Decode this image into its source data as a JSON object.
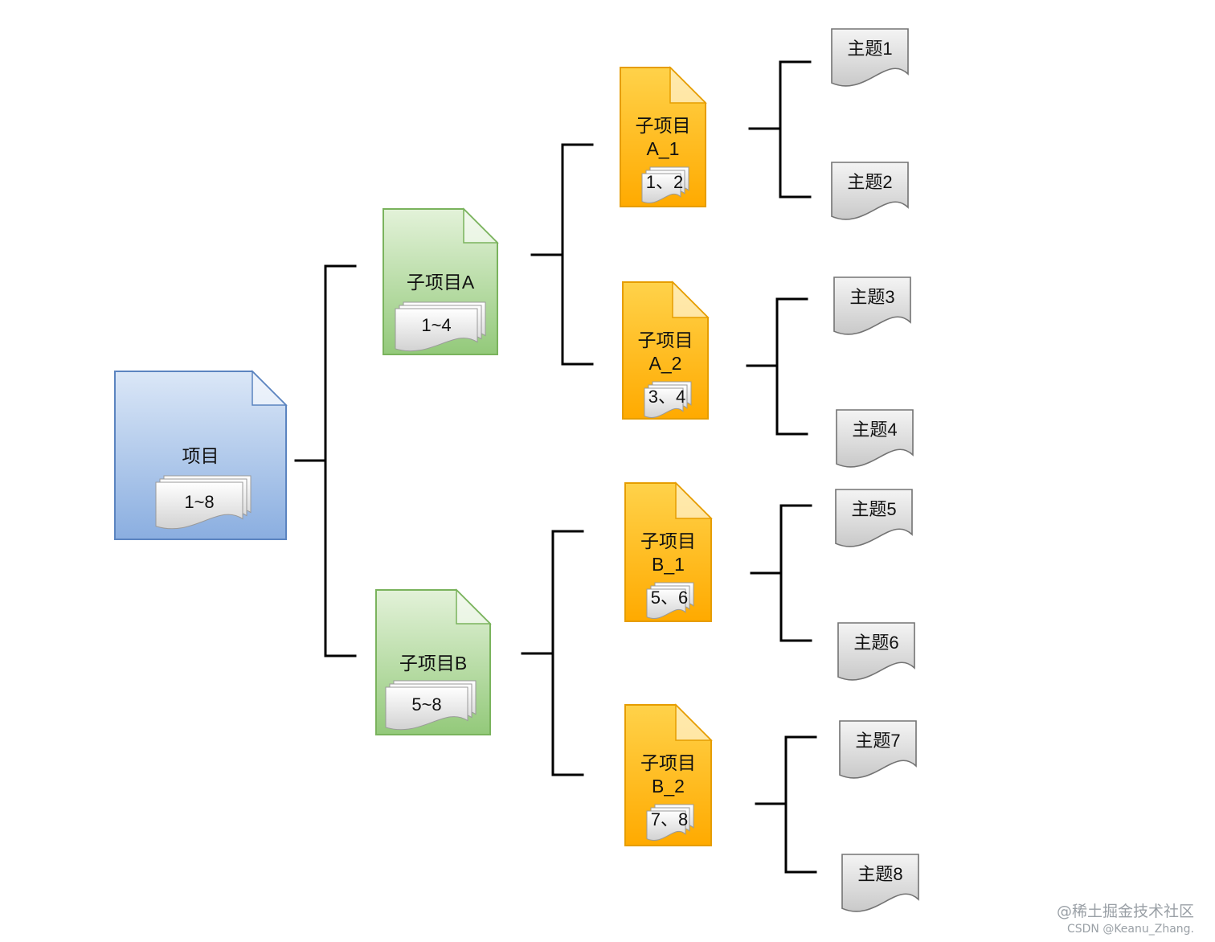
{
  "colors": {
    "root": "#8fb2de",
    "root_border": "#5b84c0",
    "sub": "#b4dc9c",
    "sub_border": "#7ab35d",
    "leaf": "#ffbd12",
    "leaf_border": "#e69d00",
    "topic": "#e2e2e2",
    "topic_border": "#737373",
    "line": "#000000"
  },
  "root": {
    "title": "项目",
    "range": "1~8"
  },
  "subprojects": [
    {
      "title": "子项目A",
      "range": "1~4"
    },
    {
      "title": "子项目B",
      "range": "5~8"
    }
  ],
  "leaves": [
    {
      "title_line1": "子项目",
      "title_line2": "A_1",
      "pages": "1、2"
    },
    {
      "title_line1": "子项目",
      "title_line2": "A_2",
      "pages": "3、4"
    },
    {
      "title_line1": "子项目",
      "title_line2": "B_1",
      "pages": "5、6"
    },
    {
      "title_line1": "子项目",
      "title_line2": "B_2",
      "pages": "7、8"
    }
  ],
  "topics": [
    "主题1",
    "主题2",
    "主题3",
    "主题4",
    "主题5",
    "主题6",
    "主题7",
    "主题8"
  ],
  "watermark": {
    "line1": "@稀土掘金技术社区",
    "line2": "CSDN @Keanu_Zhang."
  }
}
